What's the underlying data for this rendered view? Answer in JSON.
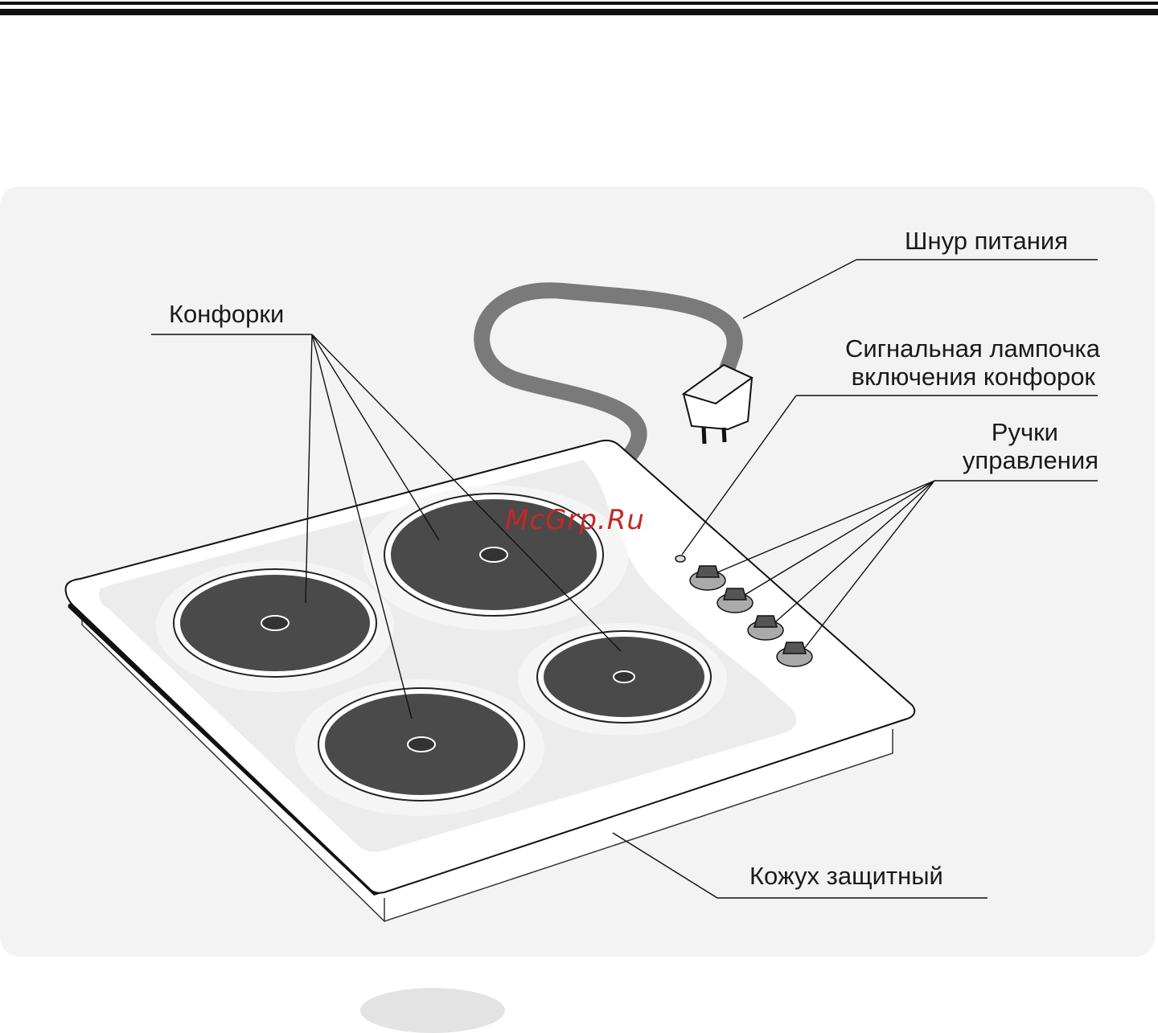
{
  "colors": {
    "header_rule": "#111111",
    "panel_background": "#f3f3f3",
    "burner_fill": "#4a4a4a",
    "hob_surface": "#ececec",
    "cord": "#7a7a7a",
    "watermark": "#c62828",
    "page_tab": "#e3e3e3"
  },
  "labels": {
    "burners": "Конфорки",
    "power_cord": "Шнур питания",
    "indicator_lamp_line1": "Сигнальная лампочка",
    "indicator_lamp_line2": "включения конфорок",
    "control_knobs_line1": "Ручки",
    "control_knobs_line2": "управления",
    "protective_cover": "Кожух защитный"
  },
  "watermark": "McGrp.Ru",
  "icons": {
    "burner": "hotplate-icon",
    "knob": "control-knob-icon",
    "plug": "power-plug-icon",
    "lamp": "indicator-lamp-icon"
  }
}
